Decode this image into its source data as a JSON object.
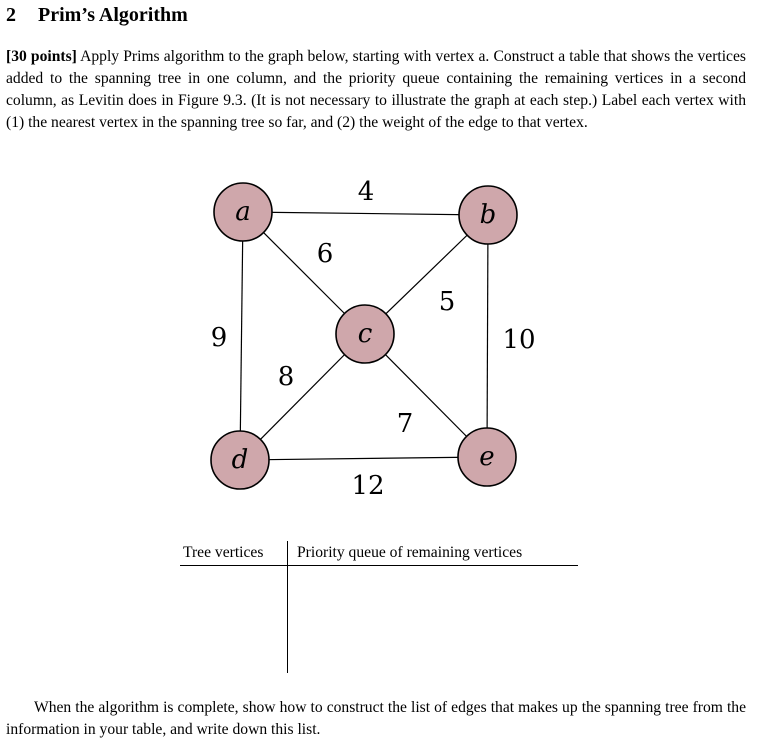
{
  "section": {
    "number": "2",
    "title": "Prim’s Algorithm"
  },
  "problem": {
    "points": "[30 points]",
    "text": "Apply Prims algorithm to the graph below, starting with vertex a. Construct a table that shows the vertices added to the spanning tree in one column, and the priority queue containing the remaining vertices in a second column, as Levitin does in Figure 9.3. (It is not necessary to illustrate the graph at each step.) Label each vertex with (1) the nearest vertex in the spanning tree so far, and (2) the weight of the edge to that vertex."
  },
  "graph": {
    "node_fill": "#cfa7ab",
    "vertices": [
      "a",
      "b",
      "c",
      "d",
      "e"
    ],
    "edges": [
      {
        "from": "a",
        "to": "b",
        "weight": "4"
      },
      {
        "from": "a",
        "to": "c",
        "weight": "6"
      },
      {
        "from": "b",
        "to": "c",
        "weight": "5"
      },
      {
        "from": "a",
        "to": "d",
        "weight": "9"
      },
      {
        "from": "c",
        "to": "d",
        "weight": "8"
      },
      {
        "from": "b",
        "to": "e",
        "weight": "10"
      },
      {
        "from": "c",
        "to": "e",
        "weight": "7"
      },
      {
        "from": "d",
        "to": "e",
        "weight": "12"
      }
    ]
  },
  "table": {
    "col1": "Tree vertices",
    "col2": "Priority queue of remaining vertices"
  },
  "footer": {
    "text": "When the algorithm is complete, show how to construct the list of edges that makes up the spanning tree from the information in your table, and write down this list."
  }
}
